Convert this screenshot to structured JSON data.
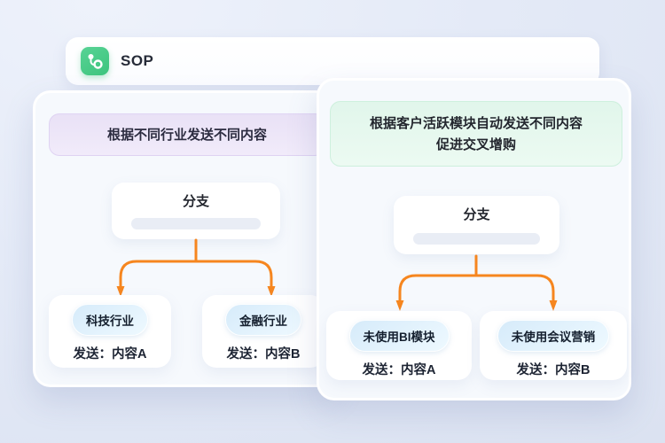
{
  "app": {
    "title": "SOP",
    "icon": "workflow-branch-icon"
  },
  "colors": {
    "connector_orange": "#F6861F",
    "app_icon_green": "#3EC77E",
    "header_purple_fill": "#E9E1F6",
    "header_green_fill": "#E1F6EB",
    "badge_blue_fill": "#D6EBFA",
    "panel_fill": "#F6F9FD",
    "background": "#E2E8F5"
  },
  "panels": [
    {
      "header_line1": "根据不同行业发送不同内容",
      "header_line2": "",
      "branch_label": "分支",
      "branches": [
        {
          "condition": "科技行业",
          "action": "发送：内容A"
        },
        {
          "condition": "金融行业",
          "action": "发送：内容B"
        }
      ]
    },
    {
      "header_line1": "根据客户活跃模块自动发送不同内容",
      "header_line2": "促进交叉增购",
      "branch_label": "分支",
      "branches": [
        {
          "condition": "未使用BI模块",
          "action": "发送：内容A"
        },
        {
          "condition": "未使用会议营销",
          "action": "发送：内容B"
        }
      ]
    }
  ]
}
